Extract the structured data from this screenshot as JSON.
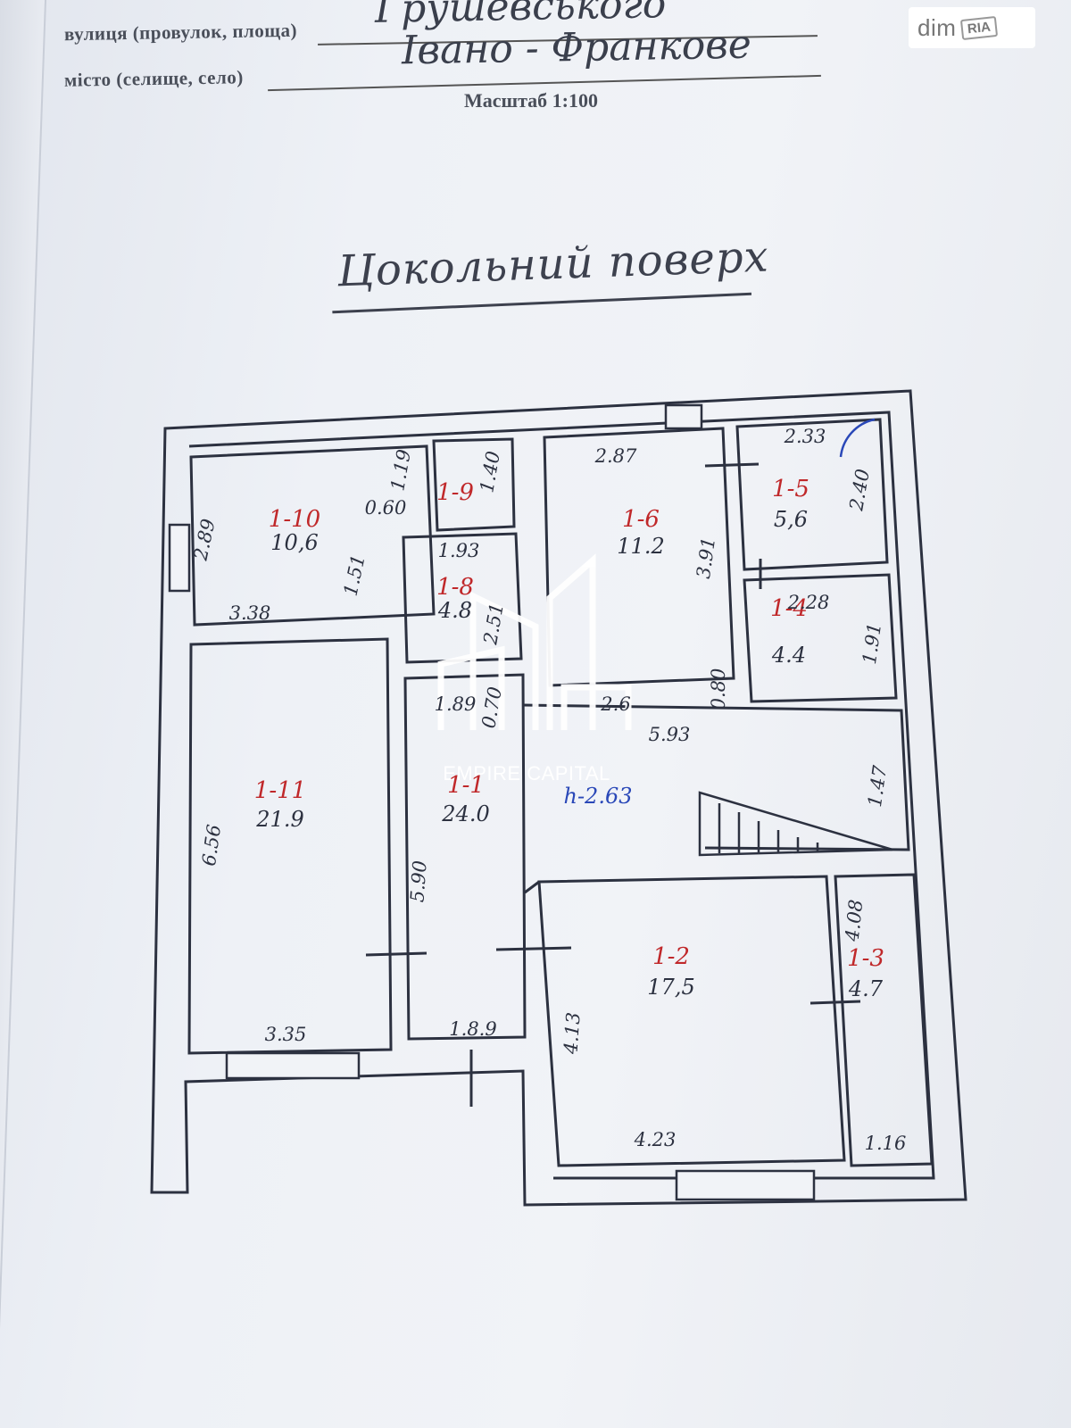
{
  "header": {
    "street_label": "вулиця (провулок, площа)",
    "street_value": "Грушевського",
    "city_label": "місто (селище, село)",
    "city_value": "Івано - Франкове",
    "scale": "Масштаб 1:100"
  },
  "floor_title": "Цокольний поверх",
  "rooms": [
    {
      "id": "1-10",
      "area": "10,6"
    },
    {
      "id": "1-11",
      "area": "21.9"
    },
    {
      "id": "1-6",
      "area": "11.2"
    },
    {
      "id": "1-5",
      "area": "5,6"
    },
    {
      "id": "1-4",
      "area": "4.4"
    },
    {
      "id": "1-1",
      "area": "24.0"
    },
    {
      "id": "1-2",
      "area": "17,5"
    },
    {
      "id": "1-3",
      "area": "4.7"
    },
    {
      "id": "1-8",
      "area": "4.8"
    },
    {
      "id": "1-9",
      "area": ""
    }
  ],
  "dimensions": [
    "2.89",
    "3.38",
    "1.51",
    "0.60",
    "1.19",
    "1.40",
    "1.93",
    "2.51",
    "2.87",
    "3.91",
    "2.33",
    "2.40",
    "2.28",
    "1.91",
    "0.80",
    "2.6",
    "1.89",
    "0.70",
    "5.93",
    "1.47",
    "6.56",
    "3.35",
    "5.90",
    "1.8.9",
    "4.13",
    "4.23",
    "4.08",
    "1.16"
  ],
  "height_note": "h-2.63",
  "watermark": "EMPIRE CAPITAL",
  "site_logo": {
    "dim": "dim",
    "ria": "RIA"
  }
}
